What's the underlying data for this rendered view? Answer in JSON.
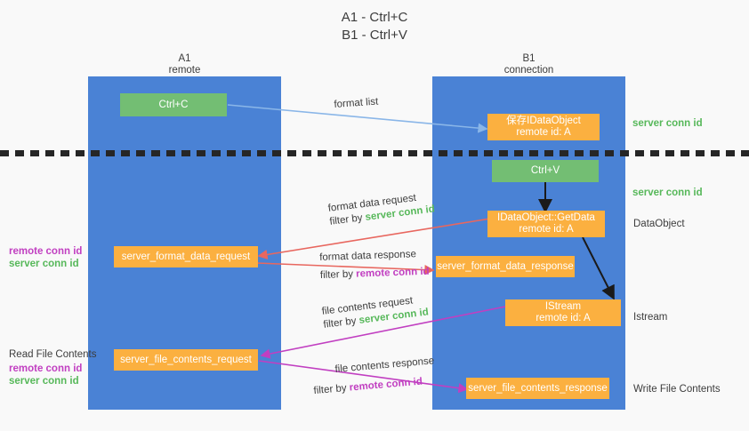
{
  "title": {
    "line1": "A1 - Ctrl+C",
    "line2": "B1 - Ctrl+V"
  },
  "colors": {
    "lane": "#4a82d5",
    "orange_box": "#fbb040",
    "green_box": "#73be73",
    "server_conn_id": "#57b85a",
    "remote_conn_id": "#c13fc1",
    "arrow_blue": "#8ab6e8",
    "arrow_red": "#e8675f",
    "arrow_magenta": "#c13fc1",
    "arrow_black": "#1a1a1a",
    "background": "#f9f9f9",
    "text": "#3c3c3c"
  },
  "lanes": [
    {
      "id": "a1",
      "title": "A1",
      "subtitle": "remote"
    },
    {
      "id": "b1",
      "title": "B1",
      "subtitle": "connection"
    }
  ],
  "boxes": {
    "ctrl_c": "Ctrl+C",
    "ctrl_v": "Ctrl+V",
    "save_idataobject_l1": "保存IDataObject",
    "save_idataobject_l2": "remote id: A",
    "getdata_l1": "IDataObject::GetData",
    "getdata_l2": "remote id: A",
    "istream_l1": "IStream",
    "istream_l2": "remote id: A",
    "server_format_data_request": "server_format_data_request",
    "server_format_data_response": "server_format_data_response",
    "server_file_contents_request": "server_file_contents_request",
    "server_file_contents_response": "server_file_contents_response"
  },
  "edge_notes": {
    "format_list": "format list",
    "format_data_request": "format data request",
    "format_data_request_filter_prefix": "filter by ",
    "format_data_request_filter_value": "server conn id",
    "format_data_response": "format data response",
    "format_data_response_filter_prefix": "filter by ",
    "format_data_response_filter_value": "remote conn id",
    "file_contents_request": "file contents request",
    "file_contents_request_filter_prefix": "filter by ",
    "file_contents_request_filter_value": "server conn id",
    "file_contents_response": "file contents response",
    "file_contents_response_filter_prefix": "filter by ",
    "file_contents_response_filter_value": "remote conn id"
  },
  "right_labels": {
    "server_conn_id_top": "server conn id",
    "server_conn_id_second": "server conn id",
    "dataobject": "DataObject",
    "istream": "Istream",
    "write_file_contents": "Write File Contents"
  },
  "left_labels": {
    "remote_conn_id_mid": "remote conn id",
    "server_conn_id_mid": "server conn id",
    "read_file_contents": "Read File Contents",
    "remote_conn_id_bottom": "remote conn id",
    "server_conn_id_bottom": "server conn id"
  }
}
